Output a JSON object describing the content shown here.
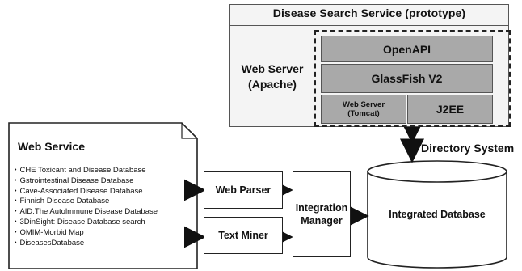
{
  "disease_search_service": {
    "title": "Disease Search Service (prototype)",
    "web_server_label": "Web Server (Apache)",
    "components": {
      "openapi": "OpenAPI",
      "glassfish": "GlassFish V2",
      "tomcat_line1": "Web Server",
      "tomcat_line2": "(Tomcat)",
      "j2ee": "J2EE"
    }
  },
  "directory_system": "Directory System",
  "web_service": {
    "title": "Web Service",
    "items": [
      "CHE Toxicant and Disease Database",
      "Gstrointestinal Disease Database",
      "Cave-Associated Disease Database",
      "Finnish Disease Database",
      "AID:The Autolmmune Disease Database",
      "3DinSight: Disease Database search",
      "OMIM-Morbid Map",
      "DiseasesDatabase"
    ]
  },
  "web_parser": "Web Parser",
  "text_miner": "Text Miner",
  "integration_manager": "Integration Manager",
  "integrated_database": "Integrated Database"
}
